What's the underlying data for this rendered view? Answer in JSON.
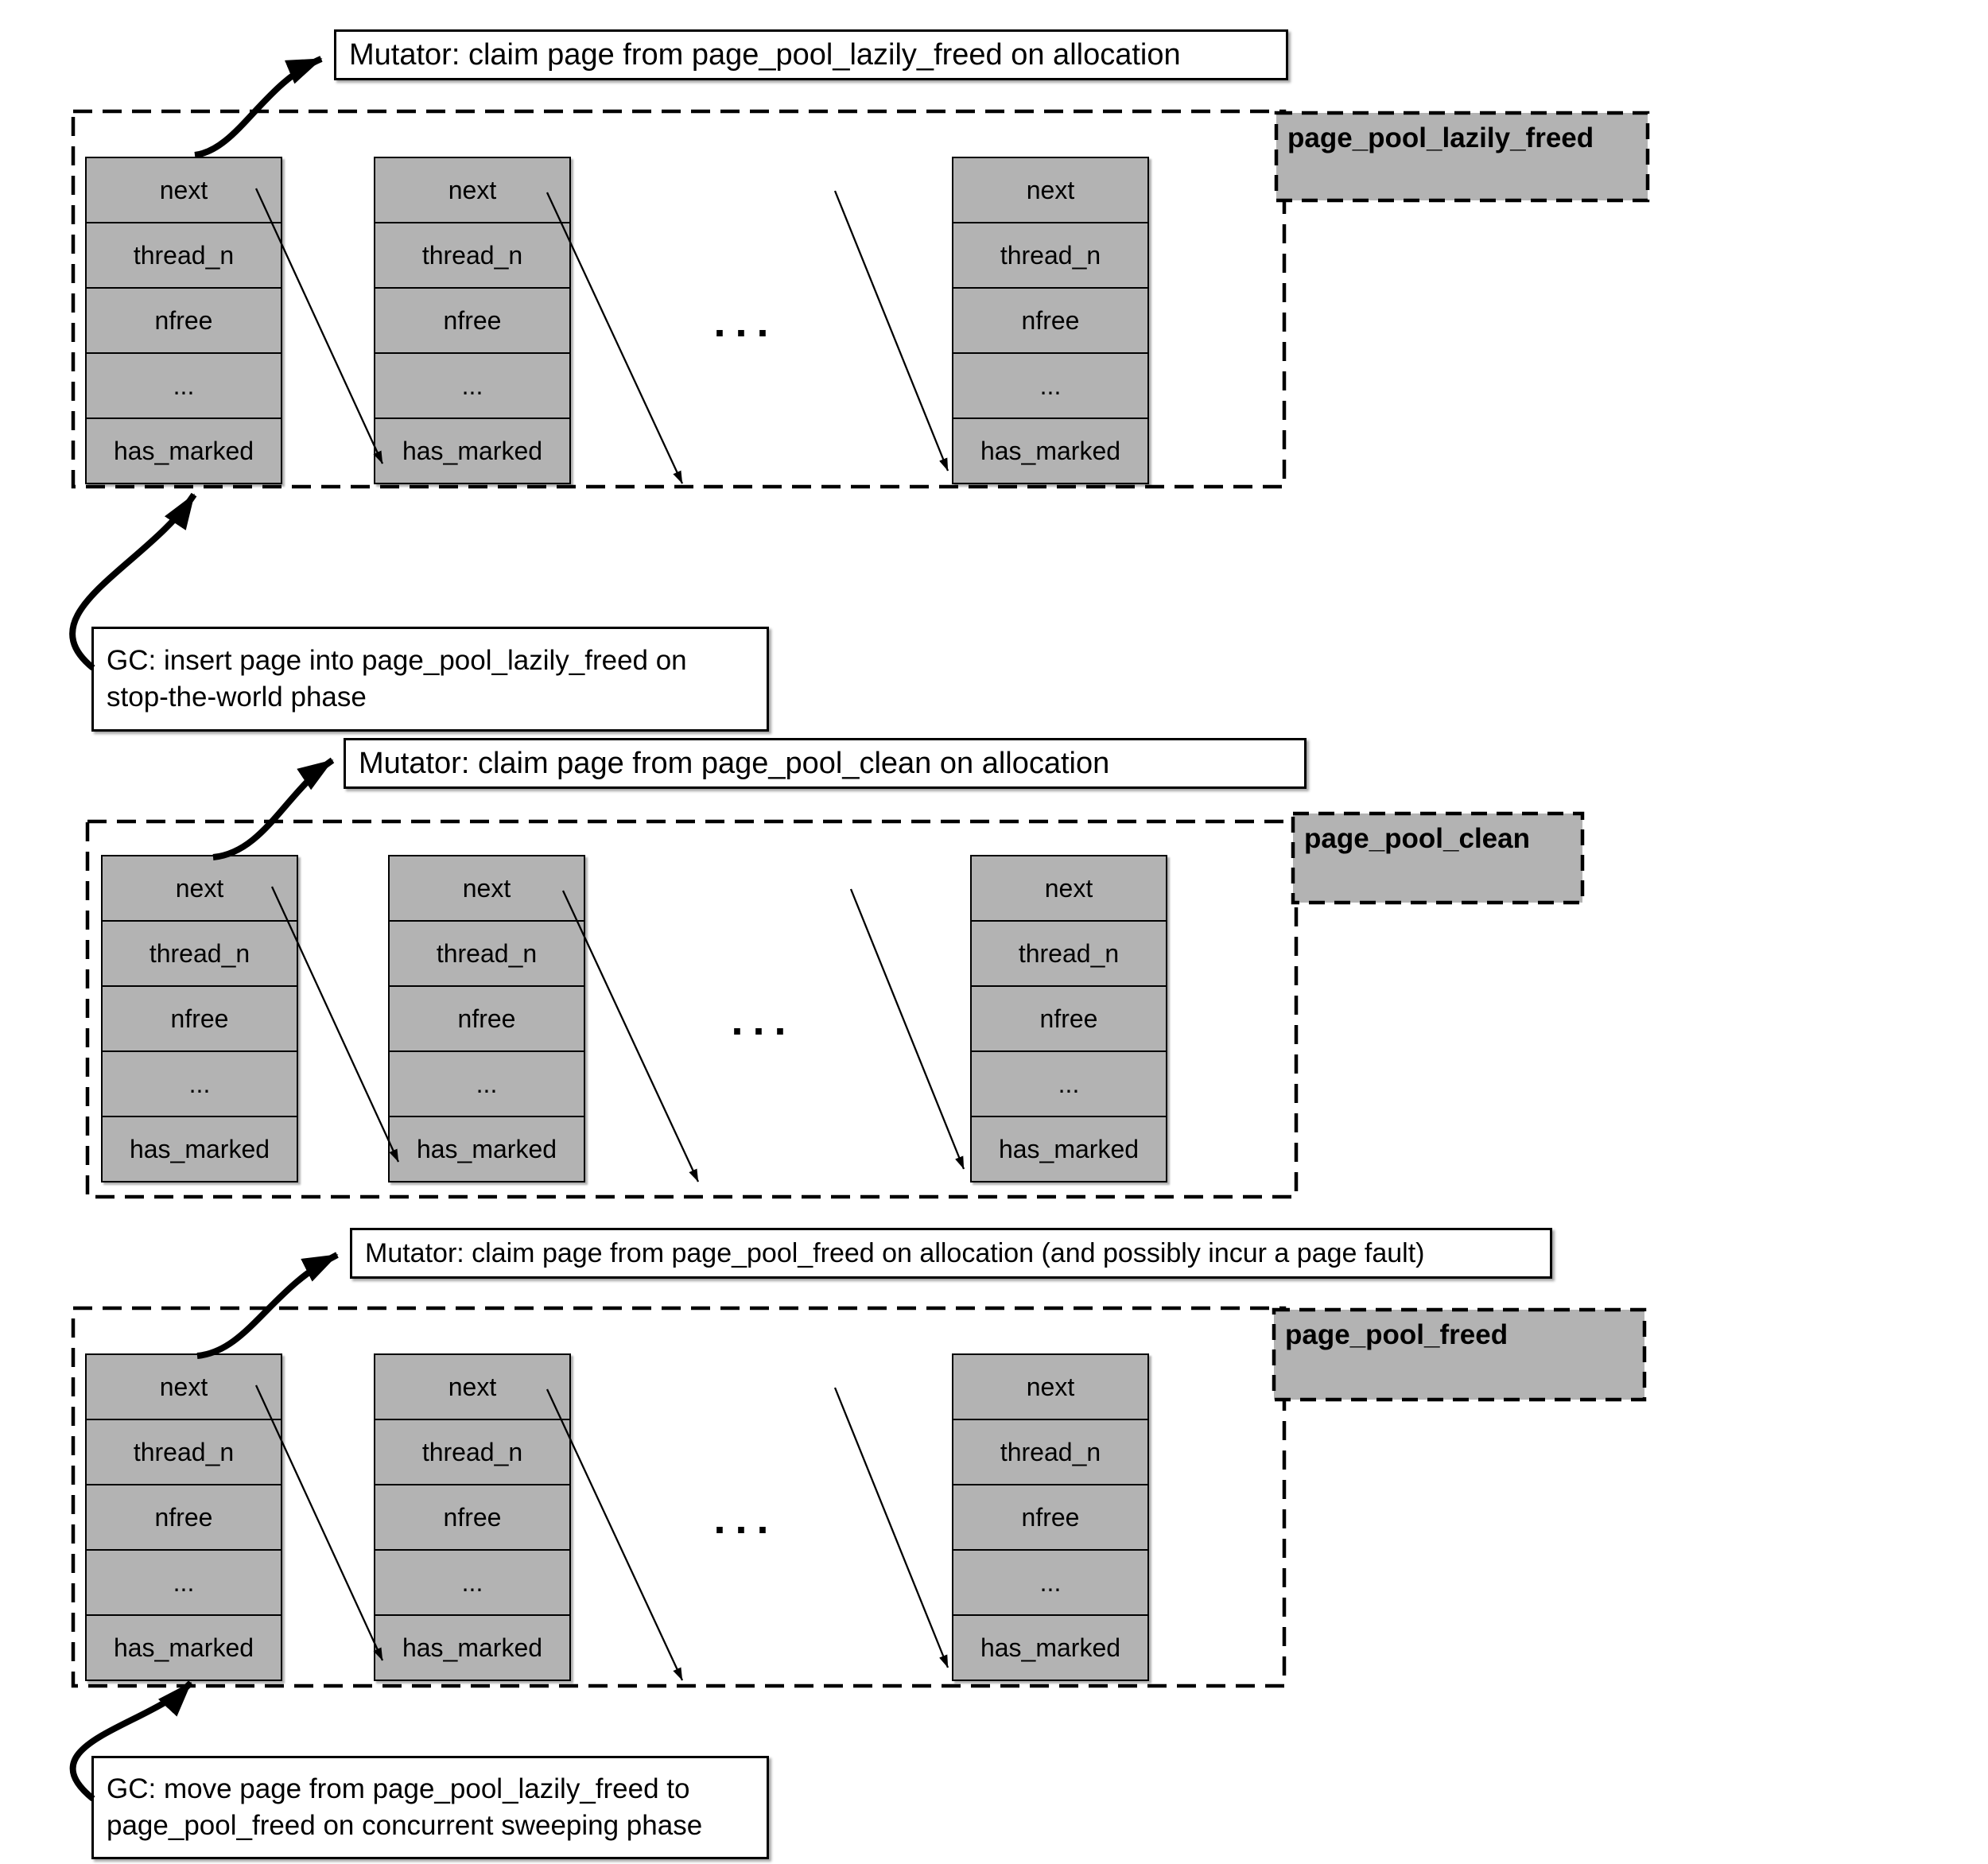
{
  "pools": [
    {
      "name": "page_pool_lazily_freed",
      "mutator_note": "Mutator: claim page from page_pool_lazily_freed on allocation",
      "gc_note_lines": [
        "GC: insert page into page_pool_lazily_freed on",
        "stop-the-world phase"
      ]
    },
    {
      "name": "page_pool_clean",
      "mutator_note": "Mutator: claim page from page_pool_clean on allocation"
    },
    {
      "name": "page_pool_freed",
      "mutator_note": "Mutator: claim page from page_pool_freed on allocation (and possibly incur a page fault)",
      "gc_note_lines": [
        "GC: move page from page_pool_lazily_freed to",
        "page_pool_freed on concurrent sweeping phase"
      ]
    }
  ],
  "page_fields": [
    "next",
    "thread_n",
    "nfree",
    "...",
    "has_marked"
  ],
  "between_pages_ellipsis": "...",
  "colors": {
    "page_fill": "#b3b3b3",
    "pool_label_fill": "#b3b3b3",
    "line": "#000000",
    "note_fill": "#ffffff",
    "background": "#ffffff"
  }
}
